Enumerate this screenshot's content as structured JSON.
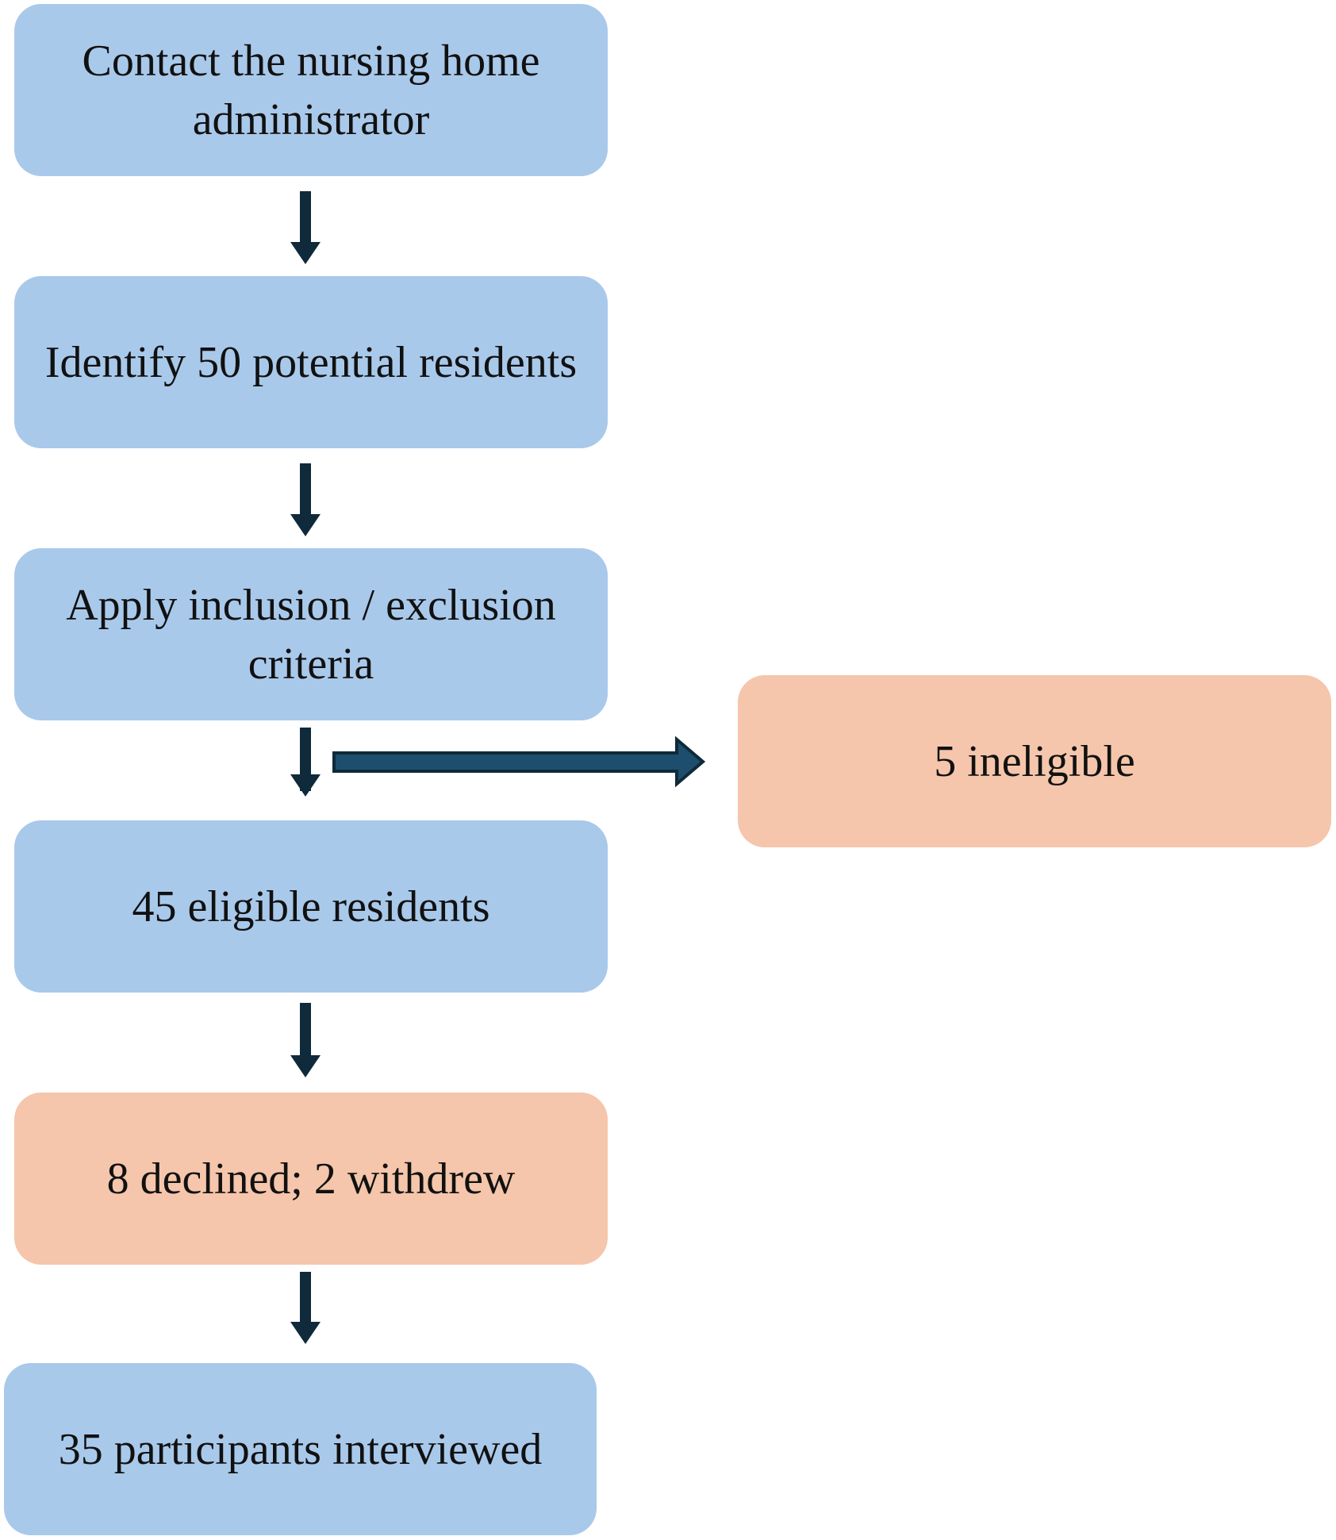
{
  "flow": {
    "step1": "Contact the nursing home administrator",
    "step2": "Identify 50 potential residents",
    "step3": "Apply inclusion / exclusion criteria",
    "step4": "45 eligible residents",
    "step5": "8 declined; 2 withdrew",
    "step6": "35 participants interviewed",
    "side": "5 ineligible"
  },
  "colors": {
    "main_box": "#a9c9eb",
    "excluded_box": "#f5c6ab",
    "arrow_dark": "#0f2a3a",
    "arrow_side_fill": "#1d4e6e"
  }
}
